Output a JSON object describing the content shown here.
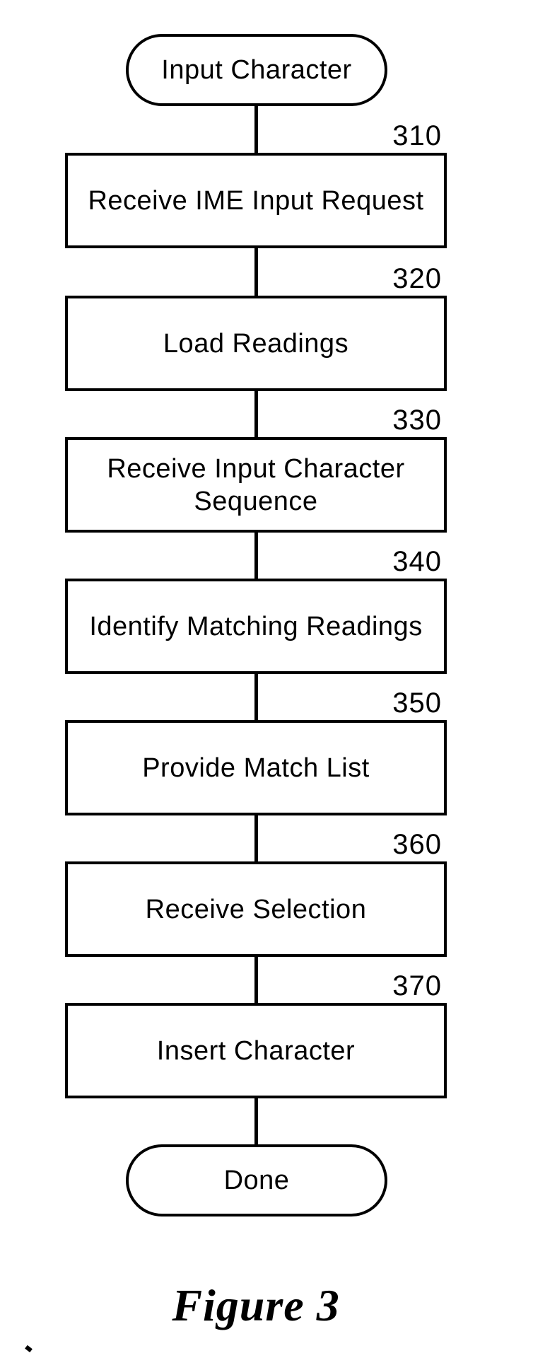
{
  "figure": {
    "caption": "Figure 3"
  },
  "flowchart": {
    "start": {
      "label": "Input Character"
    },
    "end": {
      "label": "Done"
    },
    "steps": [
      {
        "ref": "310",
        "label": "Receive IME Input Request"
      },
      {
        "ref": "320",
        "label": "Load Readings"
      },
      {
        "ref": "330",
        "label": "Receive Input Character Sequence"
      },
      {
        "ref": "340",
        "label": "Identify Matching Readings"
      },
      {
        "ref": "350",
        "label": "Provide Match List"
      },
      {
        "ref": "360",
        "label": "Receive Selection"
      },
      {
        "ref": "370",
        "label": "Insert Character"
      }
    ]
  },
  "colors": {
    "ink": "#000000",
    "paper": "#ffffff"
  }
}
